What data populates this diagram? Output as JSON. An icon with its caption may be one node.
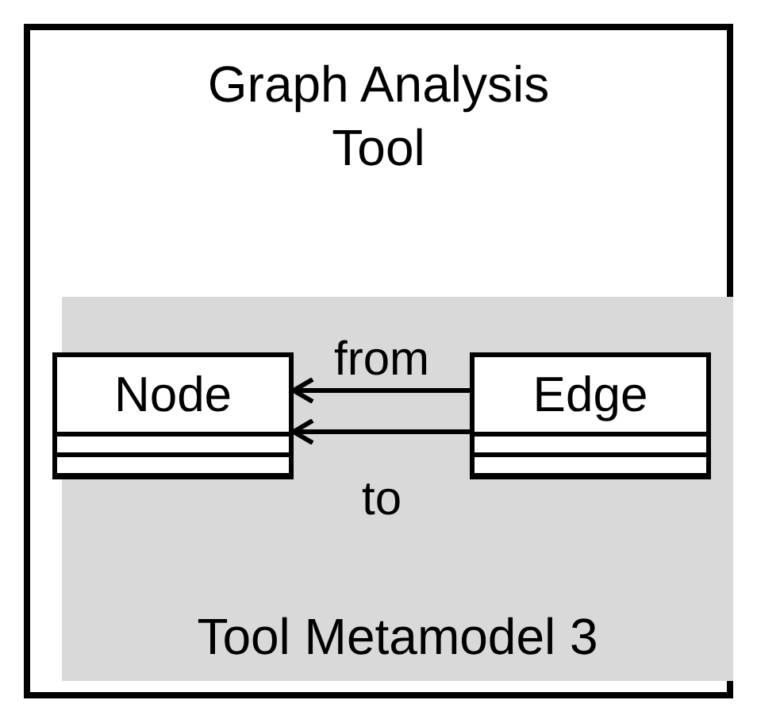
{
  "diagram": {
    "nodes": [
      {
        "text": [
          "Graph Analysis Tool"
        ]
      },
      {
        "text": [
          "Tool Metamodel 3"
        ],
        "in": 0
      },
      {
        "text": [
          "Node"
        ],
        "in": 1
      },
      {
        "text": [
          "Edge"
        ],
        "in": 1
      }
    ],
    "edges": [
      {
        "from": 3,
        "to": 2,
        "arrow": "to",
        "label": "from"
      },
      {
        "from": 3,
        "to": 2,
        "arrow": "to",
        "label": "to"
      }
    ]
  }
}
